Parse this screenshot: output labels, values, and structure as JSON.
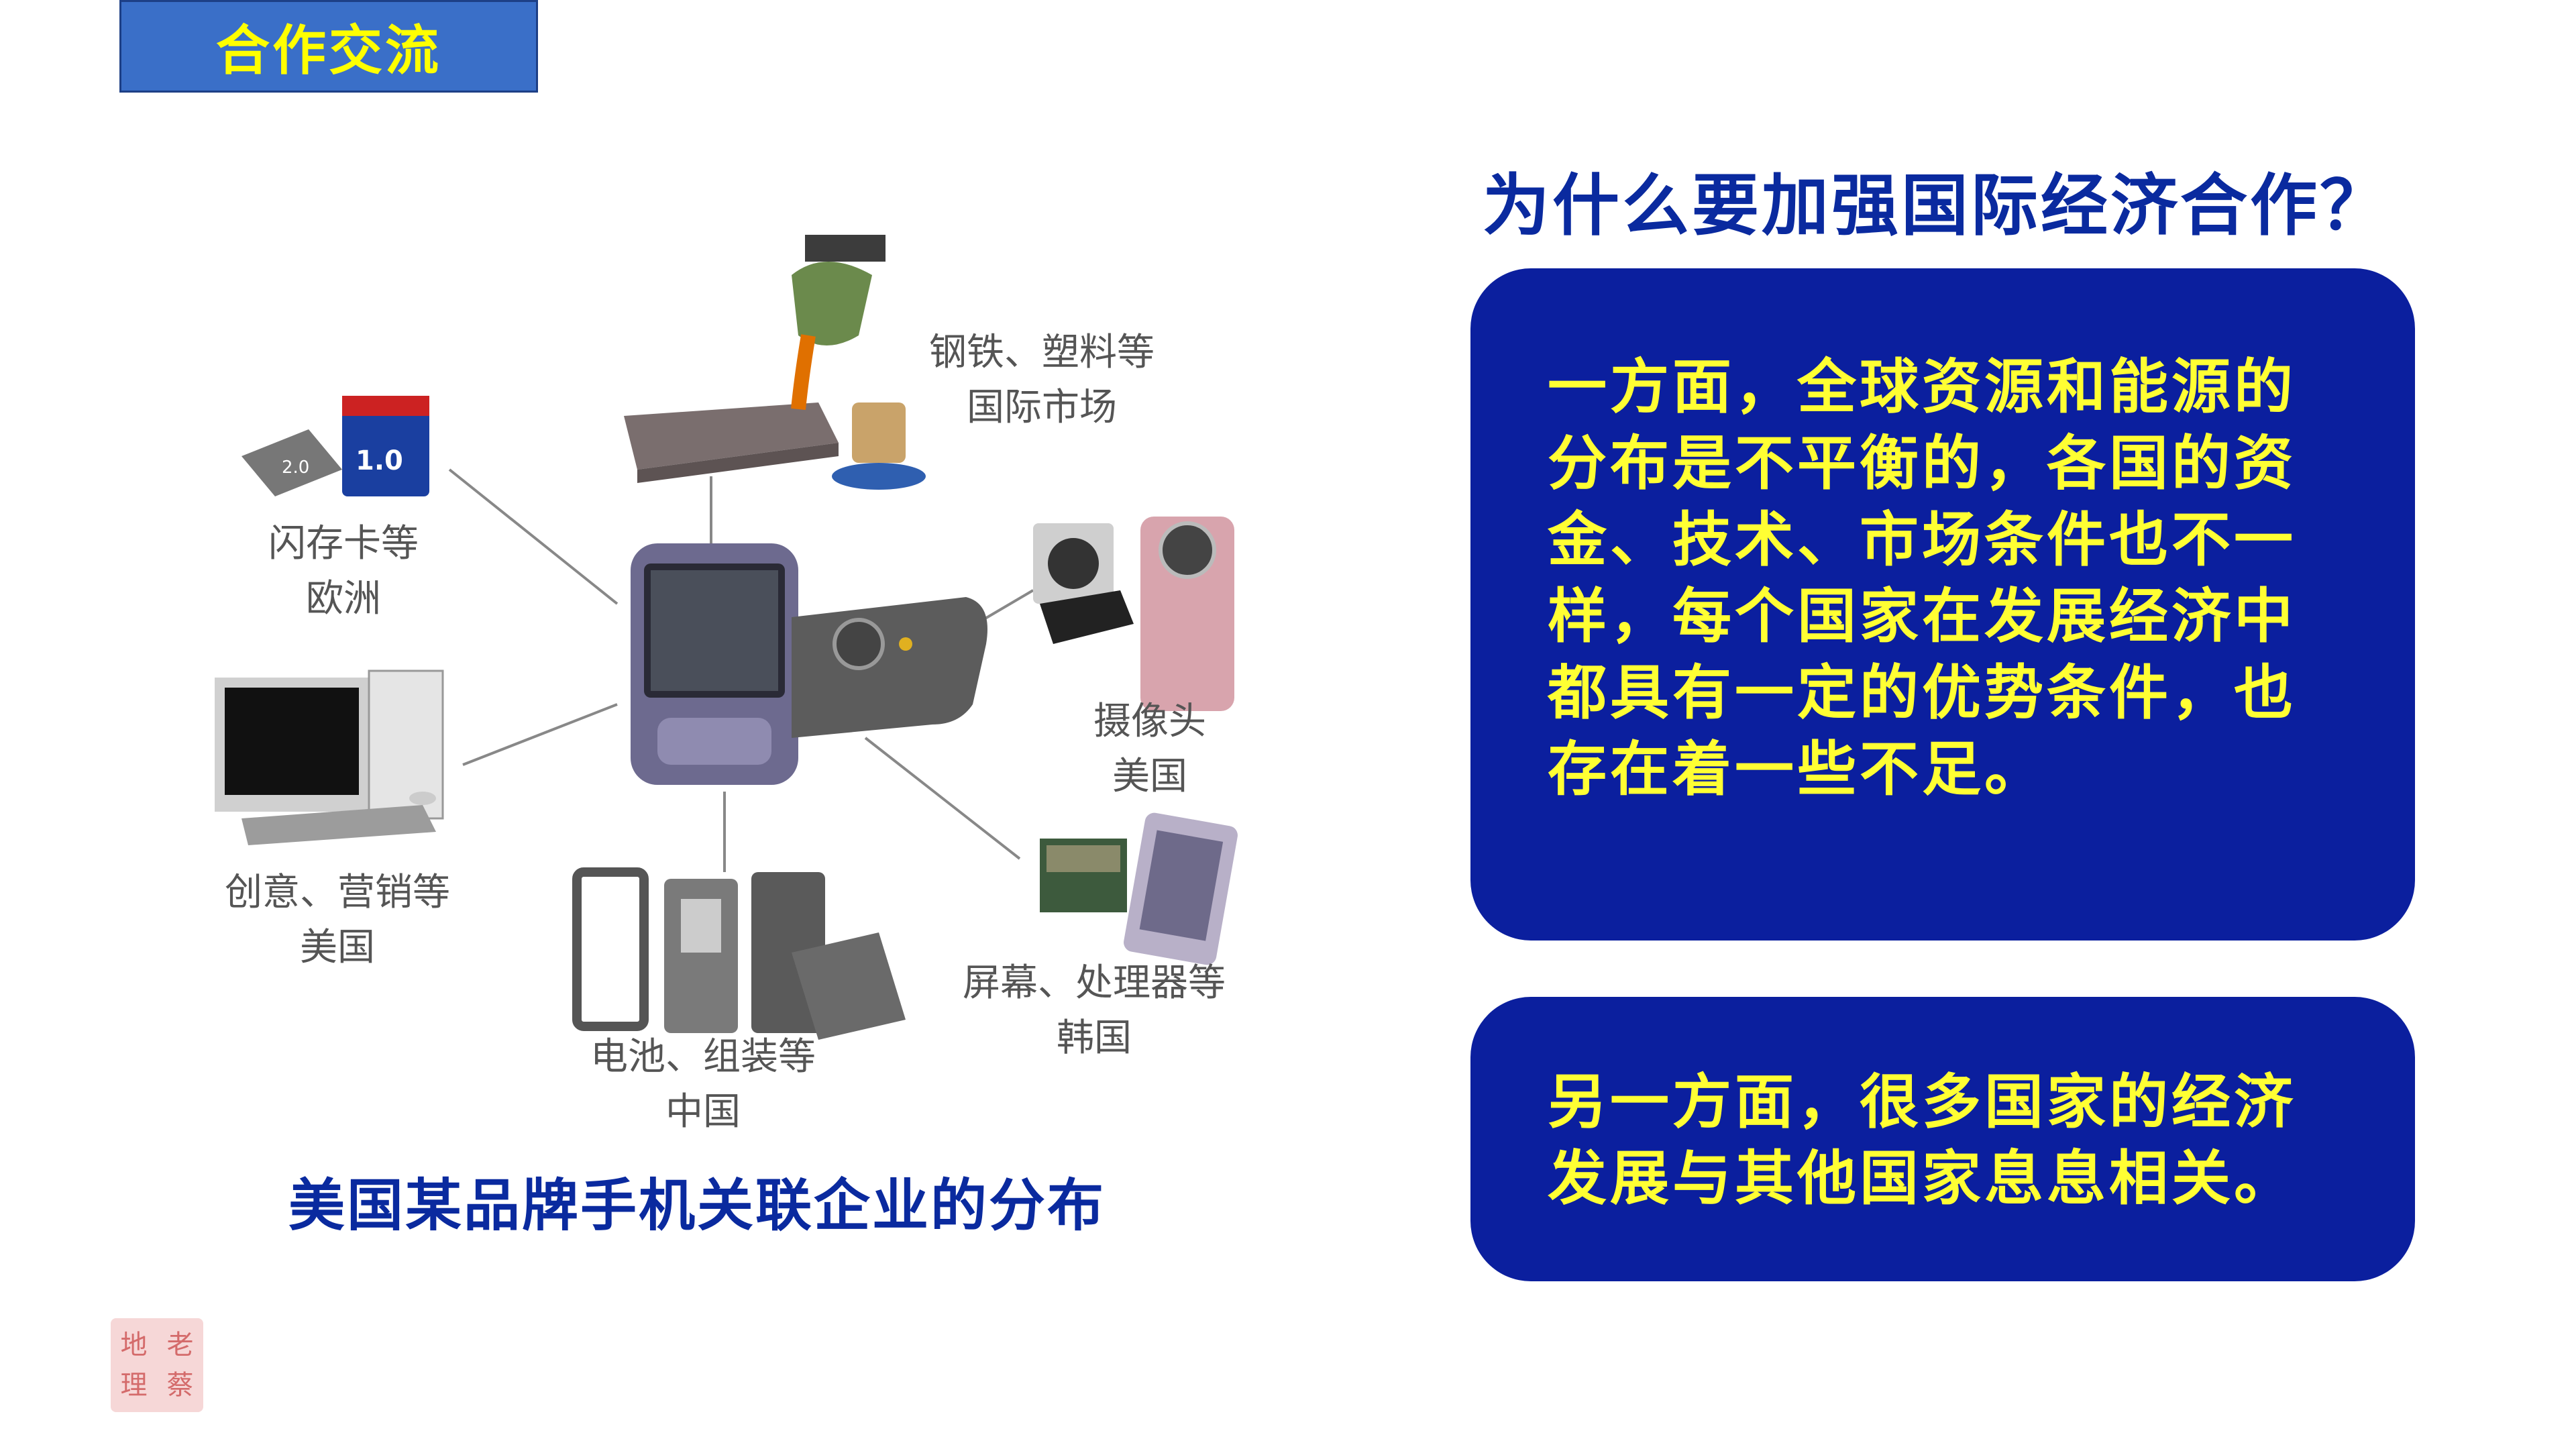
{
  "header": {
    "tag": "合作交流"
  },
  "question": "为什么要加强国际经济合作？",
  "box1_text": "一方面，全球资源和能源的分布是不平衡的，各国的资金、技术、市场条件也不一样，每个国家在发展经济中都具有一定的优势条件，也存在着一些不足。",
  "box2_text": "另一方面，很多国家的经济发展与其他国家息息相关。",
  "figure": {
    "caption": "美国某品牌手机关联企业的分布",
    "labels": {
      "steel": [
        "钢铁、塑料等",
        "国际市场"
      ],
      "flash": [
        "闪存卡等",
        "欧洲"
      ],
      "camera": [
        "摄像头",
        "美国"
      ],
      "creative": [
        "创意、营销等",
        "美国"
      ],
      "screen": [
        "屏幕、处理器等",
        "韩国"
      ],
      "battery": [
        "电池、组装等",
        "中国"
      ]
    },
    "sd_card_text": "1.0",
    "micro_card_text": "2.0"
  },
  "seal": {
    "chars": [
      "老",
      "地",
      "蔡",
      "理"
    ]
  },
  "colors": {
    "tag_bg": "#3a6fc8",
    "tag_text": "#ffff00",
    "box_bg": "#0b1f9e",
    "box_text": "#ffff33",
    "title": "#0a2a9f"
  }
}
